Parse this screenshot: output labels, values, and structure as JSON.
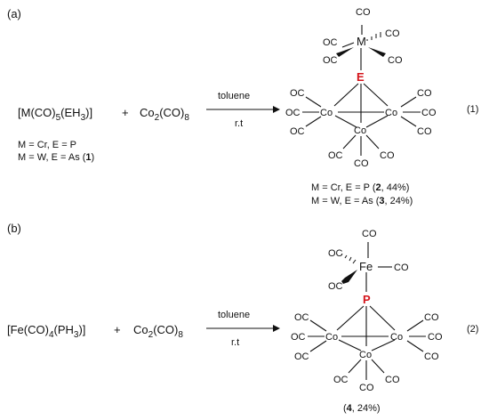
{
  "colors": {
    "text": "#111111",
    "heteroatom": "#d4141b",
    "background": "#ffffff"
  },
  "scheme_a": {
    "label": "(a)",
    "reactant1": {
      "pre": "[M(CO)",
      "s1": "5",
      "mid": "(EH",
      "s2": "3",
      "post": ")]"
    },
    "plus": "+",
    "reactant2": {
      "pre": "Co",
      "s1": "2",
      "mid": "(CO)",
      "s2": "8"
    },
    "conditions_above": "toluene",
    "conditions_below": "r.t",
    "variants": [
      "M = Cr, E = P",
      "M = W, E = As ("
    ],
    "variant2_bold": "1",
    "variant2_end": ")",
    "product": {
      "metal": "M",
      "bridge": "E",
      "cobalt": "Co",
      "ligand": "OC",
      "ligand_r": "CO"
    },
    "yield1": {
      "pre": "M = Cr, E = P  (",
      "bold": "2",
      "post": ", 44%)"
    },
    "yield2": {
      "pre": "M = W, E = As (",
      "bold": "3",
      "post": ", 24%)"
    },
    "equation_number": "(1)"
  },
  "scheme_b": {
    "label": "(b)",
    "reactant1": {
      "pre": "[Fe(CO)",
      "s1": "4",
      "mid": "(PH",
      "s2": "3",
      "post": ")]"
    },
    "plus": "+",
    "reactant2": {
      "pre": "Co",
      "s1": "2",
      "mid": "(CO)",
      "s2": "8"
    },
    "conditions_above": "toluene",
    "conditions_below": "r.t",
    "product": {
      "metal": "Fe",
      "bridge": "P",
      "cobalt": "Co",
      "ligand": "OC",
      "ligand_r": "CO"
    },
    "yield": {
      "pre": "(",
      "bold": "4",
      "post": ", 24%)"
    },
    "equation_number": "(2)"
  }
}
